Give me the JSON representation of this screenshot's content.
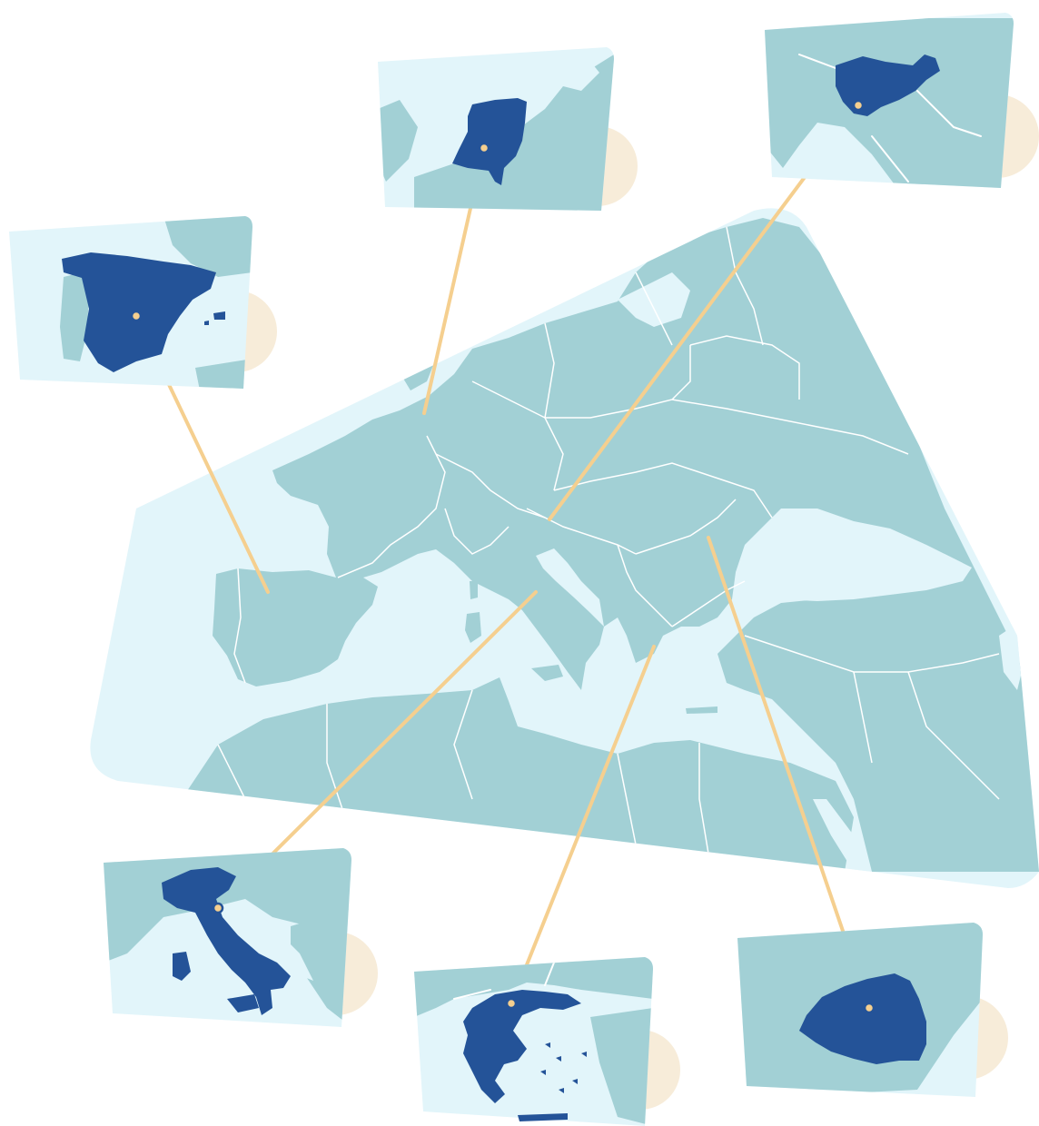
{
  "map": {
    "region": "europe-mediterranean",
    "colors": {
      "sea": "#e2f5fa",
      "land": "#a2d0d5",
      "border": "#ffffff",
      "highlight": "#245398",
      "connector": "#f5cf8f",
      "card_shadow": "#f7ecd9"
    }
  },
  "country_cards": [
    {
      "id": "spain",
      "highlighted_country": "spain"
    },
    {
      "id": "netherlands",
      "highlighted_country": "netherlands"
    },
    {
      "id": "slovenia",
      "highlighted_country": "slovenia"
    },
    {
      "id": "italy",
      "highlighted_country": "italy"
    },
    {
      "id": "greece",
      "highlighted_country": "greece"
    },
    {
      "id": "romania",
      "highlighted_country": "romania"
    }
  ]
}
